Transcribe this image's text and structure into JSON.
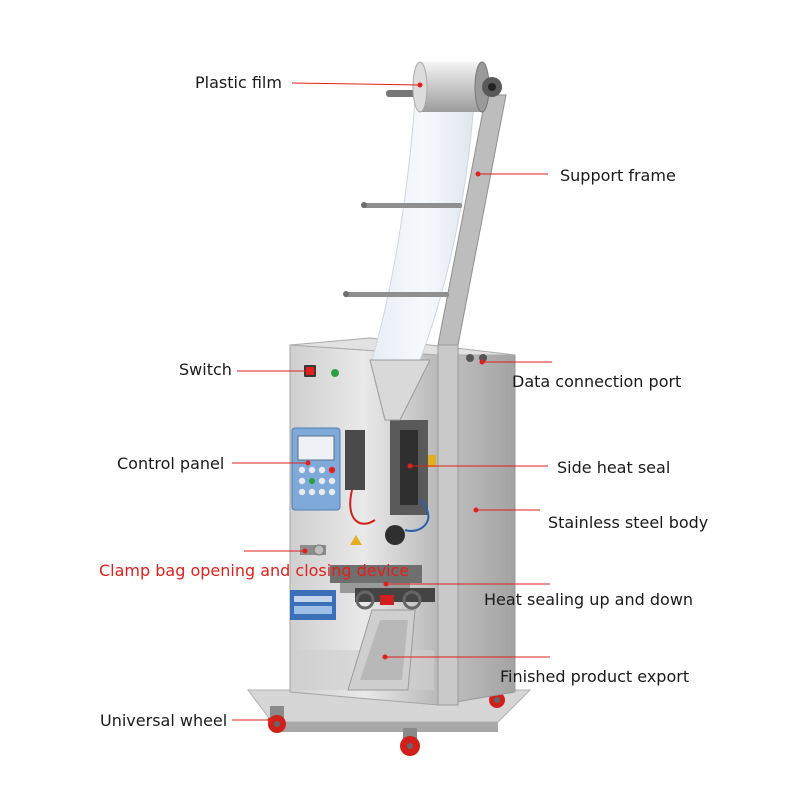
{
  "labels": {
    "plastic_film": "Plastic film",
    "support_frame": "Support frame",
    "switch": "Switch",
    "data_port": "Data connection port",
    "control_panel": "Control panel",
    "side_heat_seal": "Side heat seal",
    "stainless_body": "Stainless steel body",
    "clamp_bag": "Clamp bag opening and closing device",
    "heat_sealing": "Heat sealing up and down",
    "finished_export": "Finished product export",
    "universal_wheel": "Universal wheel"
  },
  "colors": {
    "leader_line": "#e0201b",
    "highlight_label": "#e0201b",
    "steel_light": "#dcdcdc",
    "steel_dark": "#9d9d9d",
    "panel_blue": "#7fa9d9"
  }
}
